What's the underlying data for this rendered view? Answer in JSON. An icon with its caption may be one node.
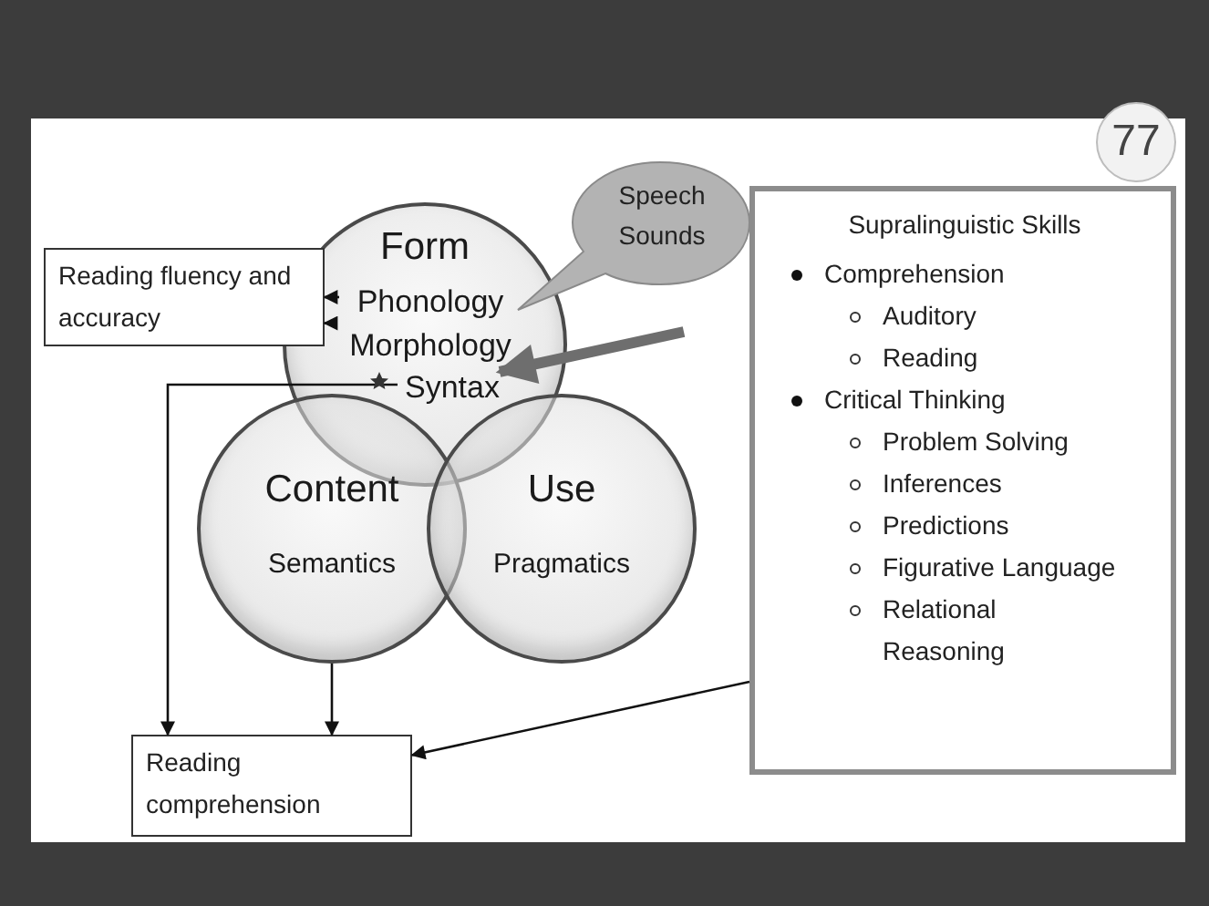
{
  "diagram": {
    "nodes": [
      {
        "text": [
          "77"
        ]
      },
      {
        "text": [
          "Form"
        ]
      },
      {
        "text": [
          "Phonology"
        ],
        "in": 1
      },
      {
        "text": [
          "Morphology"
        ],
        "in": 1
      },
      {
        "text": [
          "Syntax"
        ],
        "in": 1
      },
      {
        "text": [
          "Content",
          "Semantics"
        ]
      },
      {
        "text": [
          "Use",
          "Pragmatics"
        ]
      },
      {
        "text": [
          "Speech Sounds"
        ]
      },
      {
        "text": [
          "Reading fluency and accuracy"
        ]
      },
      {
        "text": [
          "Supralinguistic Skills",
          "Comprehension",
          "Auditory",
          "Reading",
          "Critical Thinking",
          "Problem Solving",
          "Inferences",
          "Predictions",
          "Figurative Language",
          "Relational Reasoning"
        ]
      },
      {
        "text": [
          "Reading comprehension"
        ]
      }
    ],
    "edges": [
      {
        "from": 2,
        "to": 8,
        "arrow": "to"
      },
      {
        "from": 3,
        "to": 8,
        "arrow": "to"
      },
      {
        "from": 4,
        "to": 10,
        "arrow": "to"
      },
      {
        "from": 5,
        "to": 10,
        "arrow": "to"
      },
      {
        "from": 9,
        "to": 10,
        "arrow": "to"
      },
      {
        "from": null,
        "to": 4,
        "arrow": "to",
        "style": "thick",
        "color": "#6e6e6e"
      }
    ]
  }
}
